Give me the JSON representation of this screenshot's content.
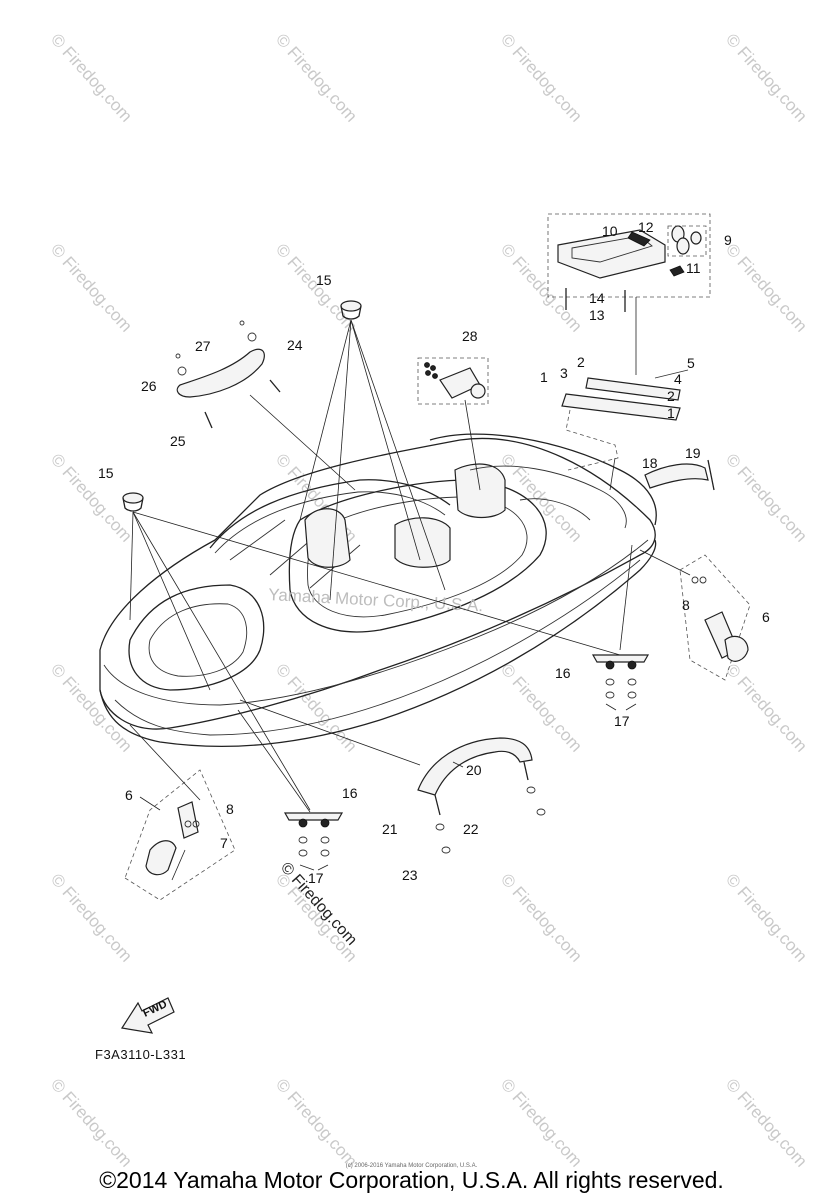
{
  "diagram": {
    "code": "F3A3110-L331",
    "fwd_label": "FWD",
    "hull_watermark": "Yamaha Motor Corp., U.S.A.",
    "rotated_watermark": "© Firedog.com",
    "tiled_watermark": "© Firedog.com",
    "callouts": [
      "1",
      "2",
      "3",
      "4",
      "5",
      "6",
      "7",
      "8",
      "9",
      "10",
      "11",
      "12",
      "13",
      "14",
      "15",
      "16",
      "17",
      "18",
      "19",
      "20",
      "21",
      "22",
      "23",
      "24",
      "25",
      "26",
      "27",
      "28"
    ]
  },
  "footer": {
    "fine_print": "(c) 2006-2016 Yamaha Motor Corporation, U.S.A.",
    "copyright": "©2014 Yamaha Motor Corporation, U.S.A. All rights reserved."
  }
}
